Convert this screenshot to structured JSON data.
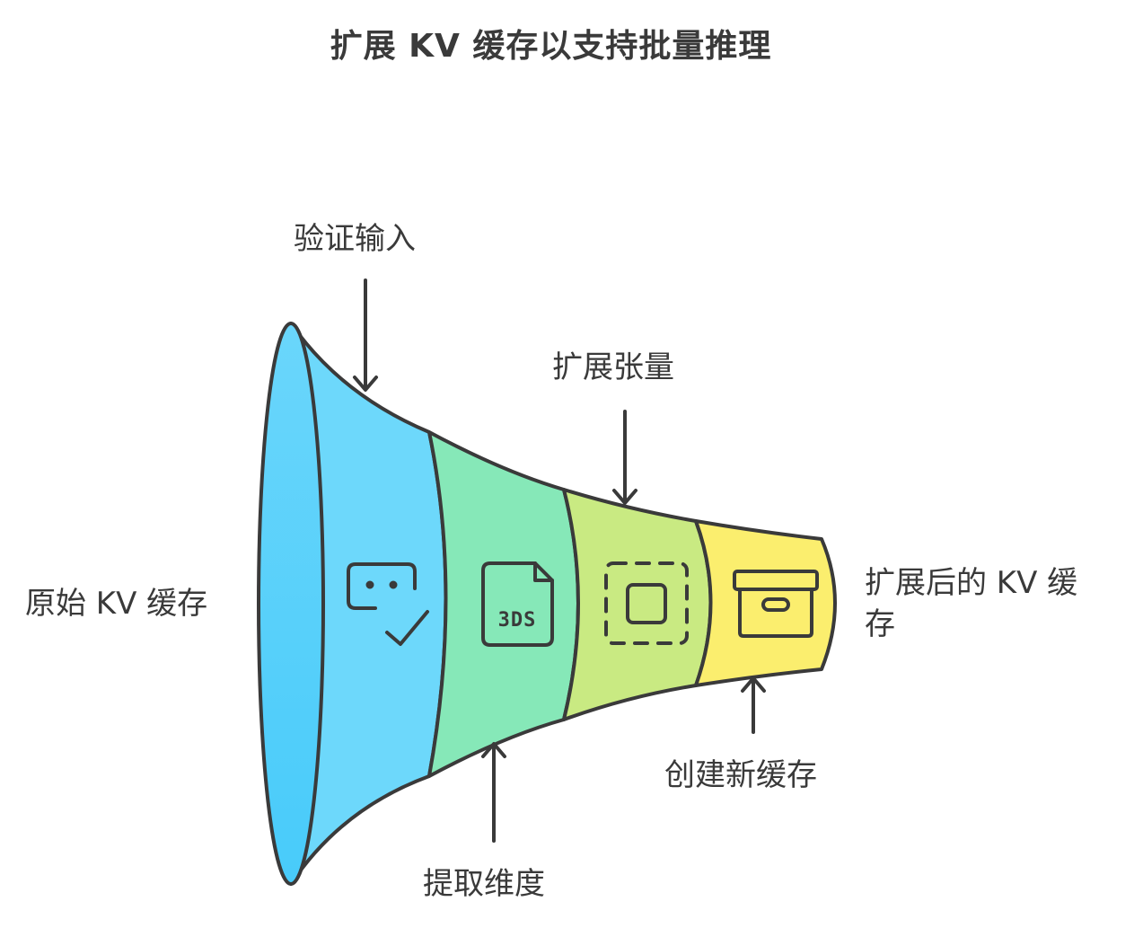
{
  "title": "扩展 KV 缓存以支持批量推理",
  "input_label": "原始 KV 缓存",
  "output_label_line1": "扩展后的 KV 缓",
  "output_label_line2": "存",
  "steps": [
    {
      "label": "验证输入",
      "icon": "validate-check-icon",
      "color": "#6dd8fb"
    },
    {
      "label": "提取维度",
      "icon": "3ds-file-icon",
      "color": "#86e8b8"
    },
    {
      "label": "扩展张量",
      "icon": "expand-frame-icon",
      "color": "#c9ea82"
    },
    {
      "label": "创建新缓存",
      "icon": "archive-box-icon",
      "color": "#fbee6e"
    }
  ],
  "icon_text": {
    "file_icon_text": "3DS"
  },
  "colors": {
    "stroke": "#3a3a3a",
    "mouth_top": "#6ad6fb",
    "mouth_bottom": "#48cbfa"
  }
}
